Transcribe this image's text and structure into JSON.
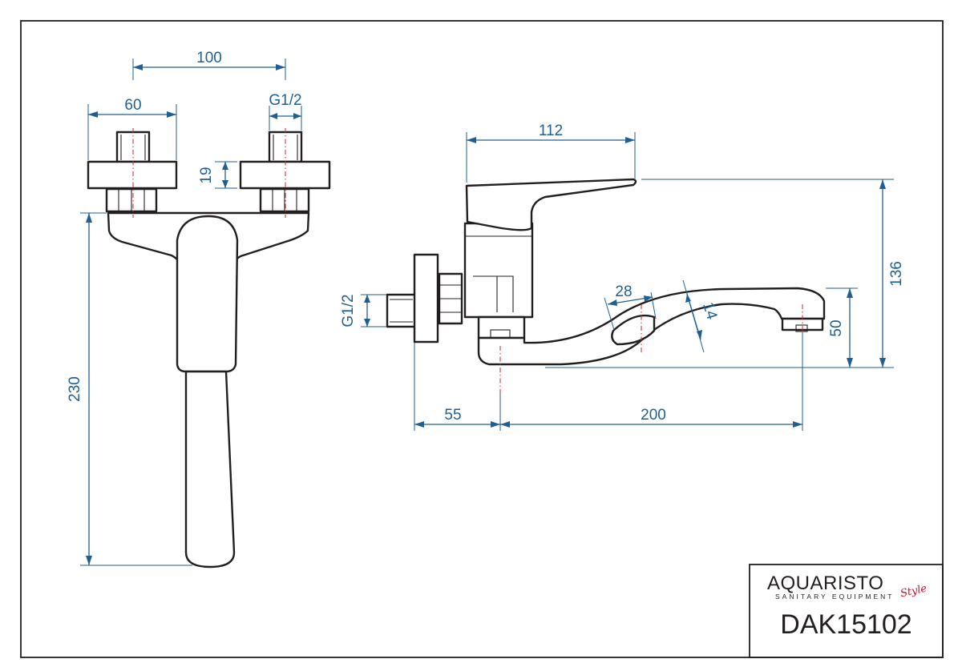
{
  "product": {
    "brand": "AQUARISTO",
    "brand_subtitle": "SANITARY EQUIPMENT",
    "brand_tag": "Style",
    "code": "DAK15102"
  },
  "dimensions": {
    "front_center_distance": "100",
    "front_flange_width": "60",
    "front_thread": "G1/2",
    "front_flange_thickness": "19",
    "front_height": "230",
    "side_handle_length": "112",
    "side_overall_height": "136",
    "side_thread": "G1/2",
    "side_spout_width": "28",
    "side_spout_thickness": "14",
    "side_outlet_height": "50",
    "side_wall_offset": "55",
    "side_spout_reach": "200"
  },
  "colors": {
    "outline": "#231f20",
    "dimension": "#1f5f93",
    "centerline": "#d2232a",
    "brand_accent": "#c8102e"
  }
}
